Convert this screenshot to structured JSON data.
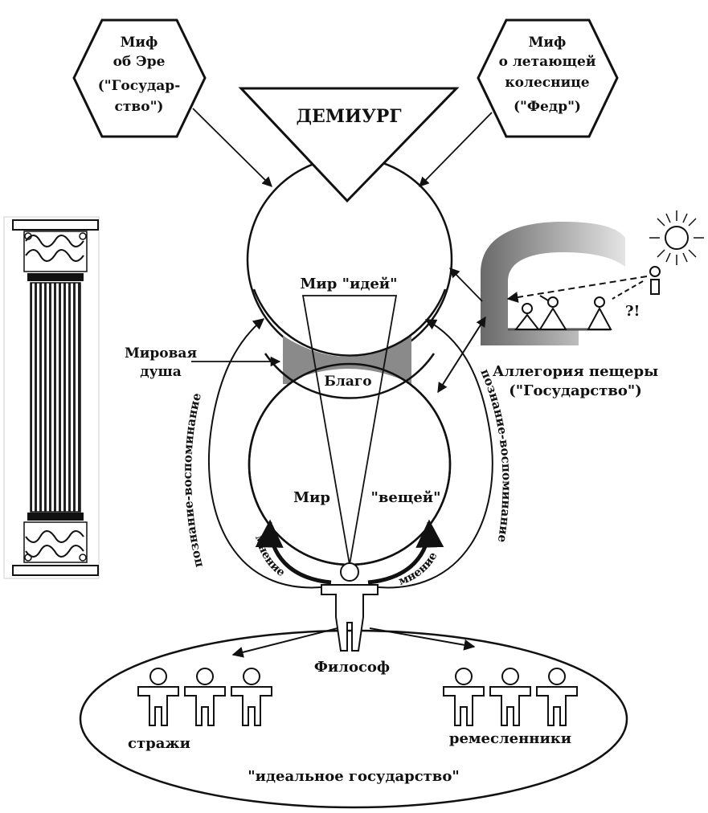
{
  "hexagons": {
    "left": [
      "Миф",
      "об Эре",
      "(\"Государ-",
      "ство\")"
    ],
    "right": [
      "Миф",
      "о летающей",
      "колеснице",
      "(\"Федр\")"
    ]
  },
  "demiurge": "ДЕМИУРГ",
  "world_of_ideas": "Мир \"идей\"",
  "good": "Благо",
  "world_of_things": [
    "Мир",
    "\"вещей\""
  ],
  "world_soul": [
    "Мировая",
    "душа"
  ],
  "cave": [
    "Аллегория пещеры",
    "(\"Государство\")"
  ],
  "cave_exclamation": "?!",
  "knowledge_recollection": "познание-воспоминание",
  "opinion": "мнение",
  "philosopher": "Философ",
  "guards": "стражи",
  "craftsmen": "ремесленники",
  "ideal_state": "\"идеальное государство\"",
  "colors": {
    "ink": "#111111",
    "shade": "#8a8a8a",
    "cave_gradient_dark": "#6a6a6a",
    "cave_gradient_light": "#e4e4e4",
    "paper": "#ffffff"
  }
}
